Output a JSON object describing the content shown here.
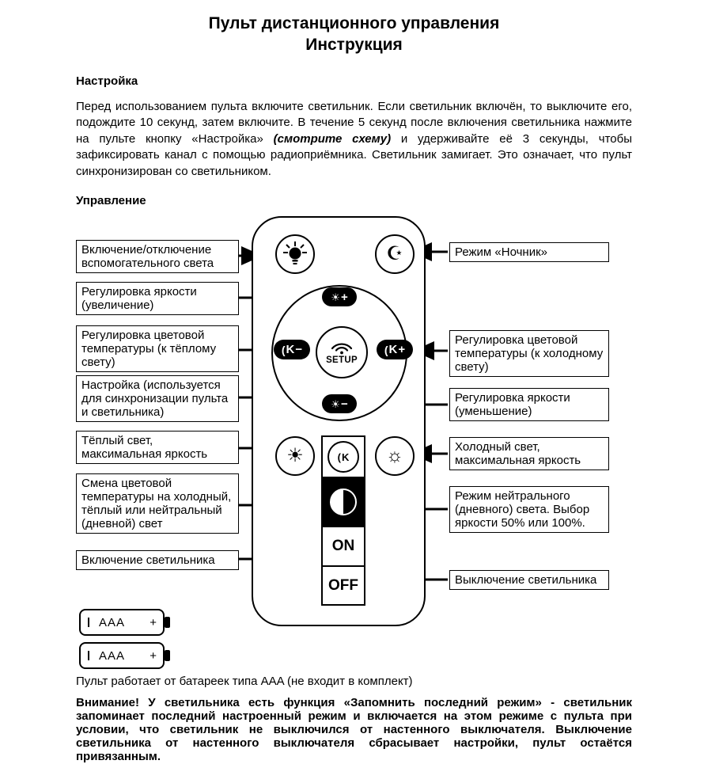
{
  "title": {
    "line1": "Пульт дистанционного управления",
    "line2": "Инструкция"
  },
  "setup": {
    "heading": "Настройка",
    "para_before": "Перед использованием пульта включите светильник. Если светильник включён, то выключите его, подождите 10 секунд, затем включите. В течение 5 секунд после включения светильника нажмите на пульте кнопку «Настройка» ",
    "para_em": "(смотрите схему)",
    "para_after": " и удерживайте её 3 секунды, чтобы зафиксировать канал с помощью радиоприёмника. Светильник замигает. Это означает, что пульт синхронизирован со светильником."
  },
  "control": {
    "heading": "Управление"
  },
  "labels": {
    "left": [
      "Включение/отключение вспомогательного света",
      "Регулировка яркости (увеличение)",
      "Регулировка цветовой температуры (к тёплому свету)",
      "Настройка (используется для синхронизации пульта и светильника)",
      "Тёплый свет, максимальная яркость",
      "Смена цветовой температуры на холодный, тёплый или нейтральный (дневной) свет",
      "Включение светильника"
    ],
    "right": [
      "Режим «Ночник»",
      "Регулировка цветовой температуры (к холодному свету)",
      "Регулировка яркости (уменьшение)",
      "Холодный свет, максимальная яркость",
      "Режим нейтрального (дневного) света. Выбор яркости 50% или 100%.",
      "Выключение светильника"
    ]
  },
  "icons": {
    "sun_filled": "☀",
    "sun_outline": "☼",
    "crescent": "(",
    "night": "☪"
  },
  "remote": {
    "plus": "+",
    "minus": "−",
    "kelvin": "K",
    "setup": "SETUP",
    "on": "ON",
    "off": "OFF"
  },
  "battery": {
    "label": "AAA",
    "plus": "+",
    "caption": "Пульт работает от батареек типа AAA (не входит в комплект)"
  },
  "warning": "Внимание! У светильника есть функция «Запомнить последний режим» - светильник запоминает последний настроенный режим и включается на этом режиме с пульта при условии, что светильник не выключился от настенного выключателя. Выключение светильника от настенного выключателя сбрасывает настройки, пульт остаётся привязанным.",
  "colors": {
    "ink": "#000000",
    "paper": "#ffffff"
  }
}
